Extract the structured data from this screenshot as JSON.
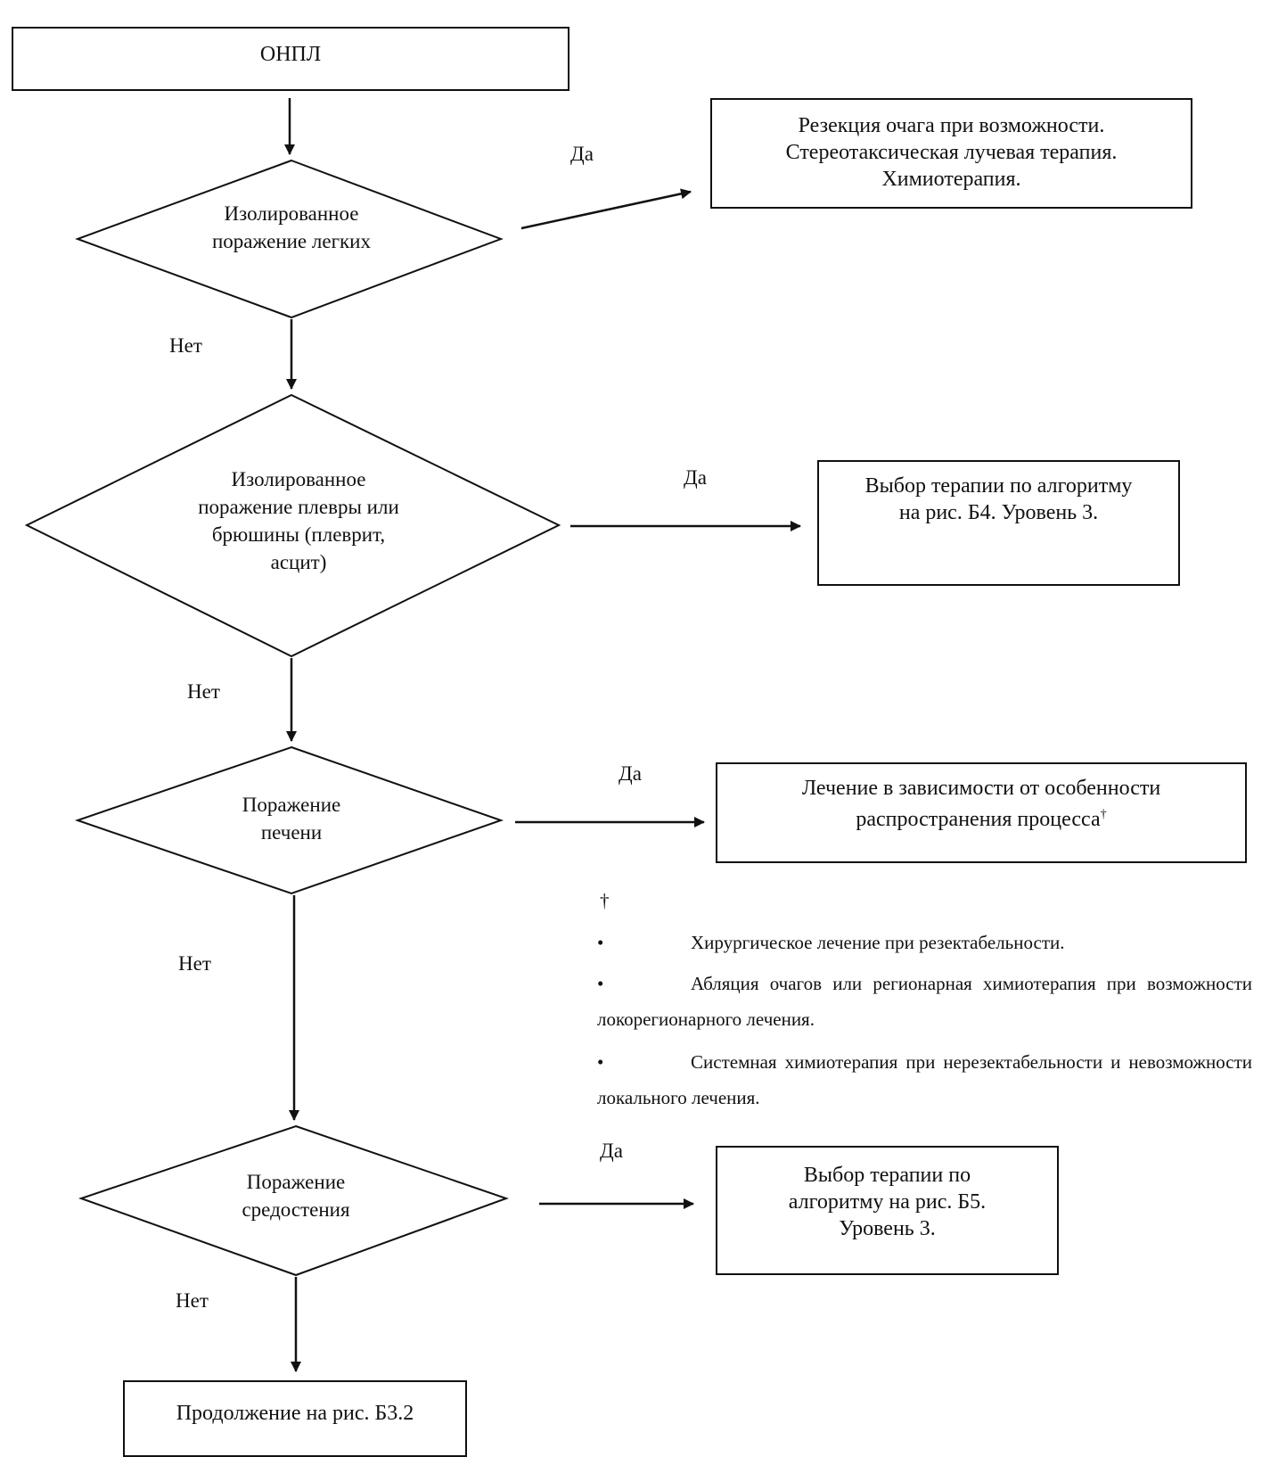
{
  "start": {
    "label": "ОНПЛ"
  },
  "decisions": [
    {
      "id": "lungs",
      "label": "Изолированное\nпоражение легких"
    },
    {
      "id": "pleura",
      "label": "Изолированное\nпоражение плевры или\nбрюшины (плеврит,\nасцит)"
    },
    {
      "id": "liver",
      "label": "Поражение\nпечени"
    },
    {
      "id": "mediastinum",
      "label": "Поражение\nсредостения"
    }
  ],
  "outcomes": [
    {
      "id": "lungs",
      "label": "Резекция очага при возможности.\nСтереотаксическая лучевая терапия.\nХимиотерапия."
    },
    {
      "id": "pleura",
      "label": "Выбор терапии по алгоритму\nна рис. Б4. Уровень 3."
    },
    {
      "id": "liver",
      "label": "Лечение в зависимости от особенности\nраспространения процесса",
      "mark": "†"
    },
    {
      "id": "mediastinum",
      "label": "Выбор терапии по\nалгоритму на рис. Б5.\nУровень 3."
    }
  ],
  "end": {
    "label": "Продолжение на рис. Б3.2"
  },
  "branch_labels": {
    "yes": "Да",
    "no": "Нет"
  },
  "footnote": {
    "mark": "†",
    "bullet": "•",
    "items": [
      "Хирургическое лечение при резектабельности.",
      "Абляция очагов или регионарная химиотерапия при возможности локорегионарного лечения.",
      "Системная химиотерапия при нерезектабельности и невозможности локального лечения."
    ]
  }
}
